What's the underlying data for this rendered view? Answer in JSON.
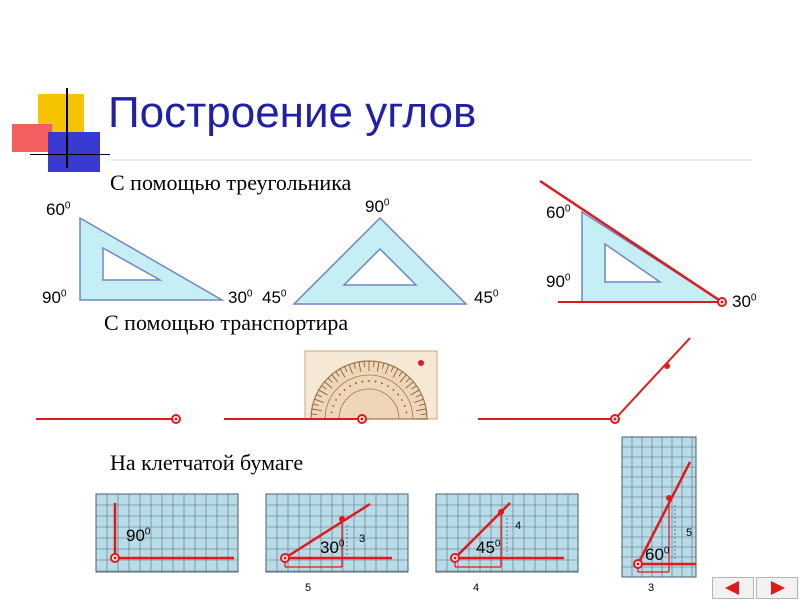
{
  "slide": {
    "title": "Построение углов",
    "subtitle_triangle": "С помощью треугольника",
    "subtitle_protractor": "С помощью транспортира",
    "subtitle_grid": "На клетчатой бумаге"
  },
  "triangle_labels": {
    "t1_top": "60",
    "t1_left": "90",
    "t1_right": "30",
    "t2_top": "90",
    "t2_left": "45",
    "t2_right": "45",
    "t3_top": "60",
    "t3_left": "90",
    "t3_right": "30",
    "degree": "0"
  },
  "grid_labels": {
    "g1_angle": "90",
    "g2_angle": "30",
    "g2_height": "3",
    "g2_base": "5",
    "g3_angle": "45",
    "g3_height": "4",
    "g3_base": "4",
    "g4_angle": "60",
    "g4_height": "5",
    "g4_base": "3"
  },
  "nav": {
    "prev_icon": "arrow-left-icon",
    "next_icon": "arrow-right-icon"
  },
  "colors": {
    "title": "#1f1fa8",
    "triangle_fill": "#c6eef5",
    "triangle_stroke": "#6f86c9",
    "ray": "#e0191b",
    "grid_fill": "#b8dbe8",
    "grid_line": "#5a6c7d",
    "logo_yellow": "#f5c300",
    "logo_red": "#f35e5e",
    "logo_blue": "#3a3ad3"
  }
}
